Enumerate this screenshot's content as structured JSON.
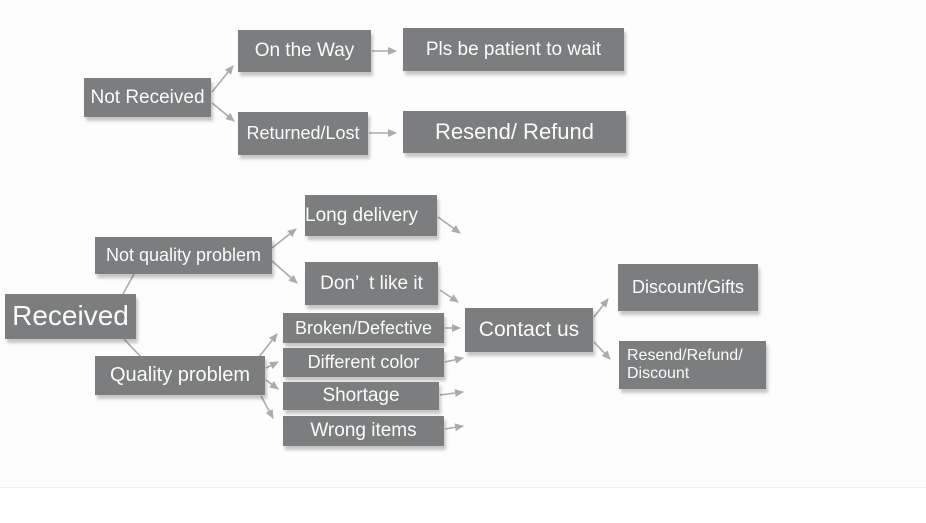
{
  "colors": {
    "box_fill": "#7b7d7e",
    "label_text": "#fbfbfb",
    "arrow": "#a9abac",
    "background": "#fdfdfd"
  },
  "nodes": [
    {
      "id": "not-received",
      "label": "Not Received"
    },
    {
      "id": "on-the-way",
      "label": "On the Way"
    },
    {
      "id": "pls-be-patient",
      "label": "Pls be patient to wait"
    },
    {
      "id": "returned-lost",
      "label": "Returned/Lost"
    },
    {
      "id": "resend-refund",
      "label": "Resend/ Refund"
    },
    {
      "id": "received",
      "label": "Received"
    },
    {
      "id": "not-quality-problem",
      "label": "Not quality problem"
    },
    {
      "id": "long-delivery",
      "label": "Long delivery"
    },
    {
      "id": "dont-like-it",
      "label": "Don’  t like it"
    },
    {
      "id": "quality-problem",
      "label": "Quality problem"
    },
    {
      "id": "broken-defective",
      "label": "Broken/Defective"
    },
    {
      "id": "different-color",
      "label": "Different color"
    },
    {
      "id": "shortage",
      "label": "Shortage"
    },
    {
      "id": "wrong-items",
      "label": "Wrong items"
    },
    {
      "id": "contact-us",
      "label": "Contact us"
    },
    {
      "id": "discount-gifts",
      "label": "Discount/Gifts"
    },
    {
      "id": "resend-refund-discount",
      "label": "Resend/Refund/\nDiscount"
    }
  ],
  "edges": [
    {
      "from": "not-received",
      "to": "on-the-way",
      "arrow": true
    },
    {
      "from": "not-received",
      "to": "returned-lost",
      "arrow": true
    },
    {
      "from": "on-the-way",
      "to": "pls-be-patient",
      "arrow": true
    },
    {
      "from": "returned-lost",
      "to": "resend-refund",
      "arrow": true
    },
    {
      "from": "received",
      "to": "not-quality-problem",
      "arrow": false
    },
    {
      "from": "received",
      "to": "quality-problem",
      "arrow": false
    },
    {
      "from": "not-quality-problem",
      "to": "long-delivery",
      "arrow": true
    },
    {
      "from": "not-quality-problem",
      "to": "dont-like-it",
      "arrow": true
    },
    {
      "from": "long-delivery",
      "to": "contact-us",
      "arrow": true
    },
    {
      "from": "dont-like-it",
      "to": "contact-us",
      "arrow": true
    },
    {
      "from": "quality-problem",
      "to": "broken-defective",
      "arrow": true
    },
    {
      "from": "quality-problem",
      "to": "different-color",
      "arrow": true
    },
    {
      "from": "quality-problem",
      "to": "shortage",
      "arrow": true
    },
    {
      "from": "quality-problem",
      "to": "wrong-items",
      "arrow": true
    },
    {
      "from": "broken-defective",
      "to": "contact-us",
      "arrow": true
    },
    {
      "from": "different-color",
      "to": "contact-us",
      "arrow": true
    },
    {
      "from": "shortage",
      "to": "contact-us",
      "arrow": true
    },
    {
      "from": "wrong-items",
      "to": "contact-us",
      "arrow": true
    },
    {
      "from": "contact-us",
      "to": "discount-gifts",
      "arrow": true
    },
    {
      "from": "contact-us",
      "to": "resend-refund-discount",
      "arrow": true
    }
  ]
}
